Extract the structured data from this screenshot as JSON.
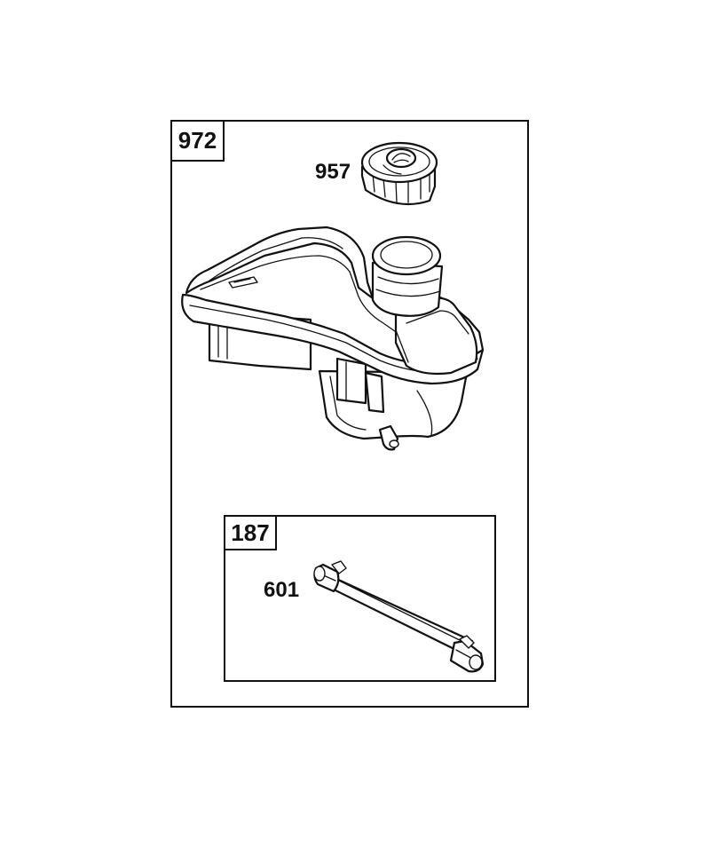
{
  "outer_kit": {
    "number": "972"
  },
  "fuel_cap": {
    "callout": "957"
  },
  "inner_kit": {
    "number": "187"
  },
  "fuel_line": {
    "callout": "601"
  }
}
